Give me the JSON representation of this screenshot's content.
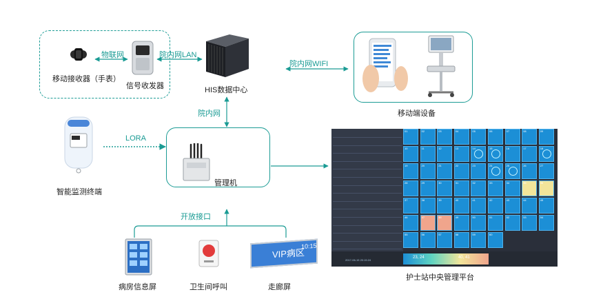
{
  "nodes": {
    "watch": "移动接收器（手表）",
    "transceiver": "信号收发器",
    "his": "HIS数据中心",
    "mobile": "移动端设备",
    "monitor": "智能监测终端",
    "gateway": "管理机",
    "ward_screen": "病房信息屏",
    "toilet_call": "卫生间呼叫",
    "corridor": "走廊屏",
    "nurse_station": "护士站中央管理平台"
  },
  "connections": {
    "iot": "物联网",
    "lan": "院内网LAN",
    "wifi": "院内网WIFI",
    "intranet": "院内网",
    "lora": "LORA",
    "open_api": "开放接口"
  },
  "devices": {
    "corridor_text": "VIP病区",
    "corridor_time": "10:15"
  },
  "dashboard": {
    "cells": [
      "01",
      "02",
      "03",
      "04",
      "05",
      "06",
      "07",
      "08",
      "09",
      "10",
      "11",
      "12",
      "13",
      "14",
      "15",
      "16",
      "17",
      "18",
      "19",
      "20",
      "21",
      "22",
      "23",
      "24",
      "25",
      "26",
      "27",
      "28",
      "29",
      "30",
      "31",
      "32",
      "33",
      "34",
      "35",
      "36",
      "37",
      "38",
      "39",
      "40",
      "41",
      "42",
      "43",
      "44",
      "45",
      "46",
      "47",
      "48",
      "49",
      "50",
      "51",
      "52",
      "53",
      "54",
      "55",
      "56",
      "57",
      "58",
      "59",
      "60"
    ],
    "grad_left": "23, 24",
    "grad_right": "40, 41",
    "foot_date": "2017-06-15 20:15:24"
  },
  "colors": {
    "accent": "#1a9b94",
    "cell_blue": "#1c8fd6",
    "cell_yellow": "#f2e59a",
    "cell_orange": "#f0a58c"
  }
}
